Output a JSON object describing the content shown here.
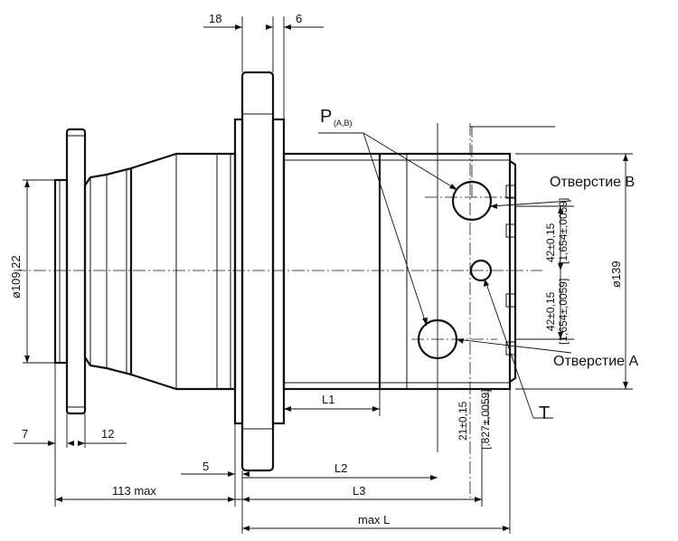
{
  "labels": {
    "port_b": "Отверстие В",
    "port_a": "Отверстие А",
    "port_p": "P",
    "port_p_sub": "(A,B)",
    "drain_t": "T"
  },
  "dimensions": {
    "d_pilot": "ø109,22",
    "d_flange": "ø139",
    "top_18": "18",
    "top_6": "6",
    "left_7": "7",
    "left_12": "12",
    "left_5": "5",
    "l1": "L1",
    "l2": "L2",
    "l3": "L3",
    "max_l": "max L",
    "len_113": "113 max",
    "port_b_offset": "42±0,15",
    "port_b_offset_in": "[1,654±,0059]",
    "port_a_offset": "42±0,15",
    "port_a_offset_in": "[1,654±,0059]",
    "drain_offset": "21±0,15",
    "drain_offset_in": "[,827±,0059]"
  }
}
